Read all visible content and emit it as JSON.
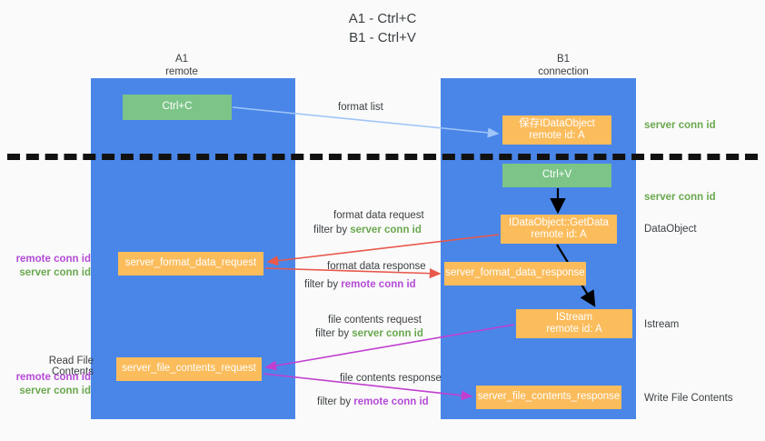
{
  "title": {
    "line1": "A1 - Ctrl+C",
    "line2": "B1 - Ctrl+V"
  },
  "columns": {
    "a": {
      "name": "A1",
      "role": "remote"
    },
    "b": {
      "name": "B1",
      "role": "connection"
    }
  },
  "nodes": {
    "ctrl_c": {
      "label": "Ctrl+C",
      "color": "#7cc488"
    },
    "save_dataobject": {
      "label": "保存IDataObject",
      "sub": "remote id: A",
      "color": "#fbbc5c"
    },
    "ctrl_v": {
      "label": "Ctrl+V",
      "color": "#7cc488"
    },
    "getdata": {
      "label": "IDataObject::GetData",
      "sub": "remote id: A",
      "color": "#fbbc5c"
    },
    "istream": {
      "label": "IStream",
      "sub": "remote id: A",
      "color": "#fbbc5c"
    },
    "server_format_data_request": {
      "label": "server_format_data_request",
      "color": "#fbbc5c"
    },
    "server_format_data_response": {
      "label": "server_format_data_response",
      "color": "#fbbc5c"
    },
    "server_file_contents_request": {
      "label": "server_file_contents_request",
      "color": "#fbbc5c"
    },
    "server_file_contents_response": {
      "label": "server_file_contents_response",
      "color": "#fbbc5c"
    }
  },
  "edge_labels": {
    "format_list": "format list",
    "format_data_request": "format data request",
    "filter_by": "filter by ",
    "server_conn_id": "server conn id",
    "remote_conn_id": "remote conn id",
    "format_data_response": "format data response",
    "file_contents_request": "file contents request",
    "file_contents_response": "file contents response"
  },
  "side_labels": {
    "server_conn_id_top": "server conn id",
    "server_conn_id_mid": "server conn id",
    "dataobject": "DataObject",
    "istream": "Istream",
    "write_file_contents": "Write File Contents",
    "read_file_contents": "Read File Contents",
    "remote_conn_id": "remote conn id",
    "server_conn_id": "server conn id"
  },
  "colors": {
    "column": "#4a86e8",
    "green_node": "#7cc488",
    "orange_node": "#fbbc5c",
    "green_text": "#6aa84f",
    "purple_text": "#b44bd6",
    "red_arrow": "#e8594c",
    "magenta_arrow": "#c03fd0",
    "blue_arrow": "#9fc5f8",
    "black_arrow": "#000000",
    "background": "#fafafa"
  }
}
